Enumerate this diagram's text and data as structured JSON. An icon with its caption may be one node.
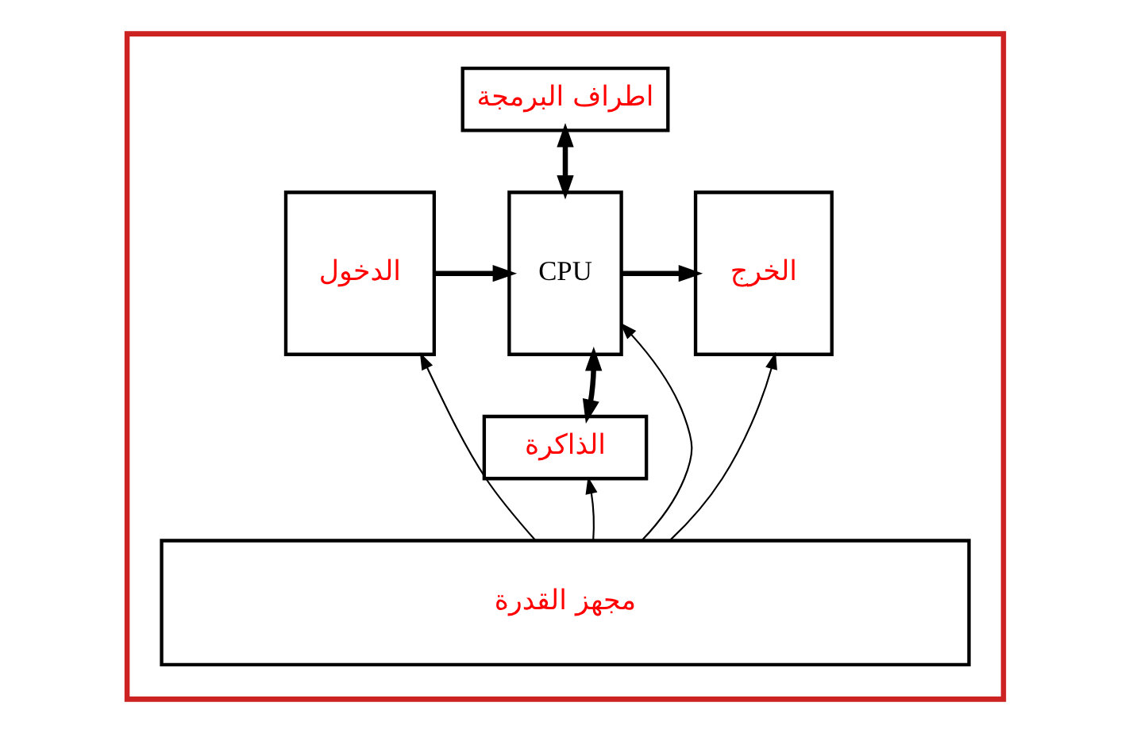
{
  "diagram": {
    "nodes": [
      {
        "text": [],
        "shape": "box"
      },
      {
        "text": [
          "اطراف البرمجة"
        ],
        "in": 0
      },
      {
        "text": [
          "الدخول"
        ],
        "in": 0
      },
      {
        "text": [
          "CPU"
        ],
        "in": 0
      },
      {
        "text": [
          "الخرج"
        ],
        "in": 0
      },
      {
        "text": [
          "الذاكرة"
        ],
        "in": 0
      },
      {
        "text": [
          "مجهز القدرة"
        ],
        "in": 0
      }
    ],
    "edges": [
      {
        "from": 1,
        "to": 3,
        "arrow": "both",
        "style": "thick"
      },
      {
        "from": 2,
        "to": 3,
        "arrow": "to",
        "style": "thick"
      },
      {
        "from": 3,
        "to": 4,
        "arrow": "to",
        "style": "thick"
      },
      {
        "from": 3,
        "to": 5,
        "arrow": "both",
        "style": "thick"
      },
      {
        "from": 6,
        "to": 2,
        "arrow": "to"
      },
      {
        "from": 6,
        "to": 3,
        "arrow": "to"
      },
      {
        "from": 6,
        "to": 5,
        "arrow": "to"
      },
      {
        "from": 6,
        "to": 4,
        "arrow": "to"
      }
    ]
  }
}
